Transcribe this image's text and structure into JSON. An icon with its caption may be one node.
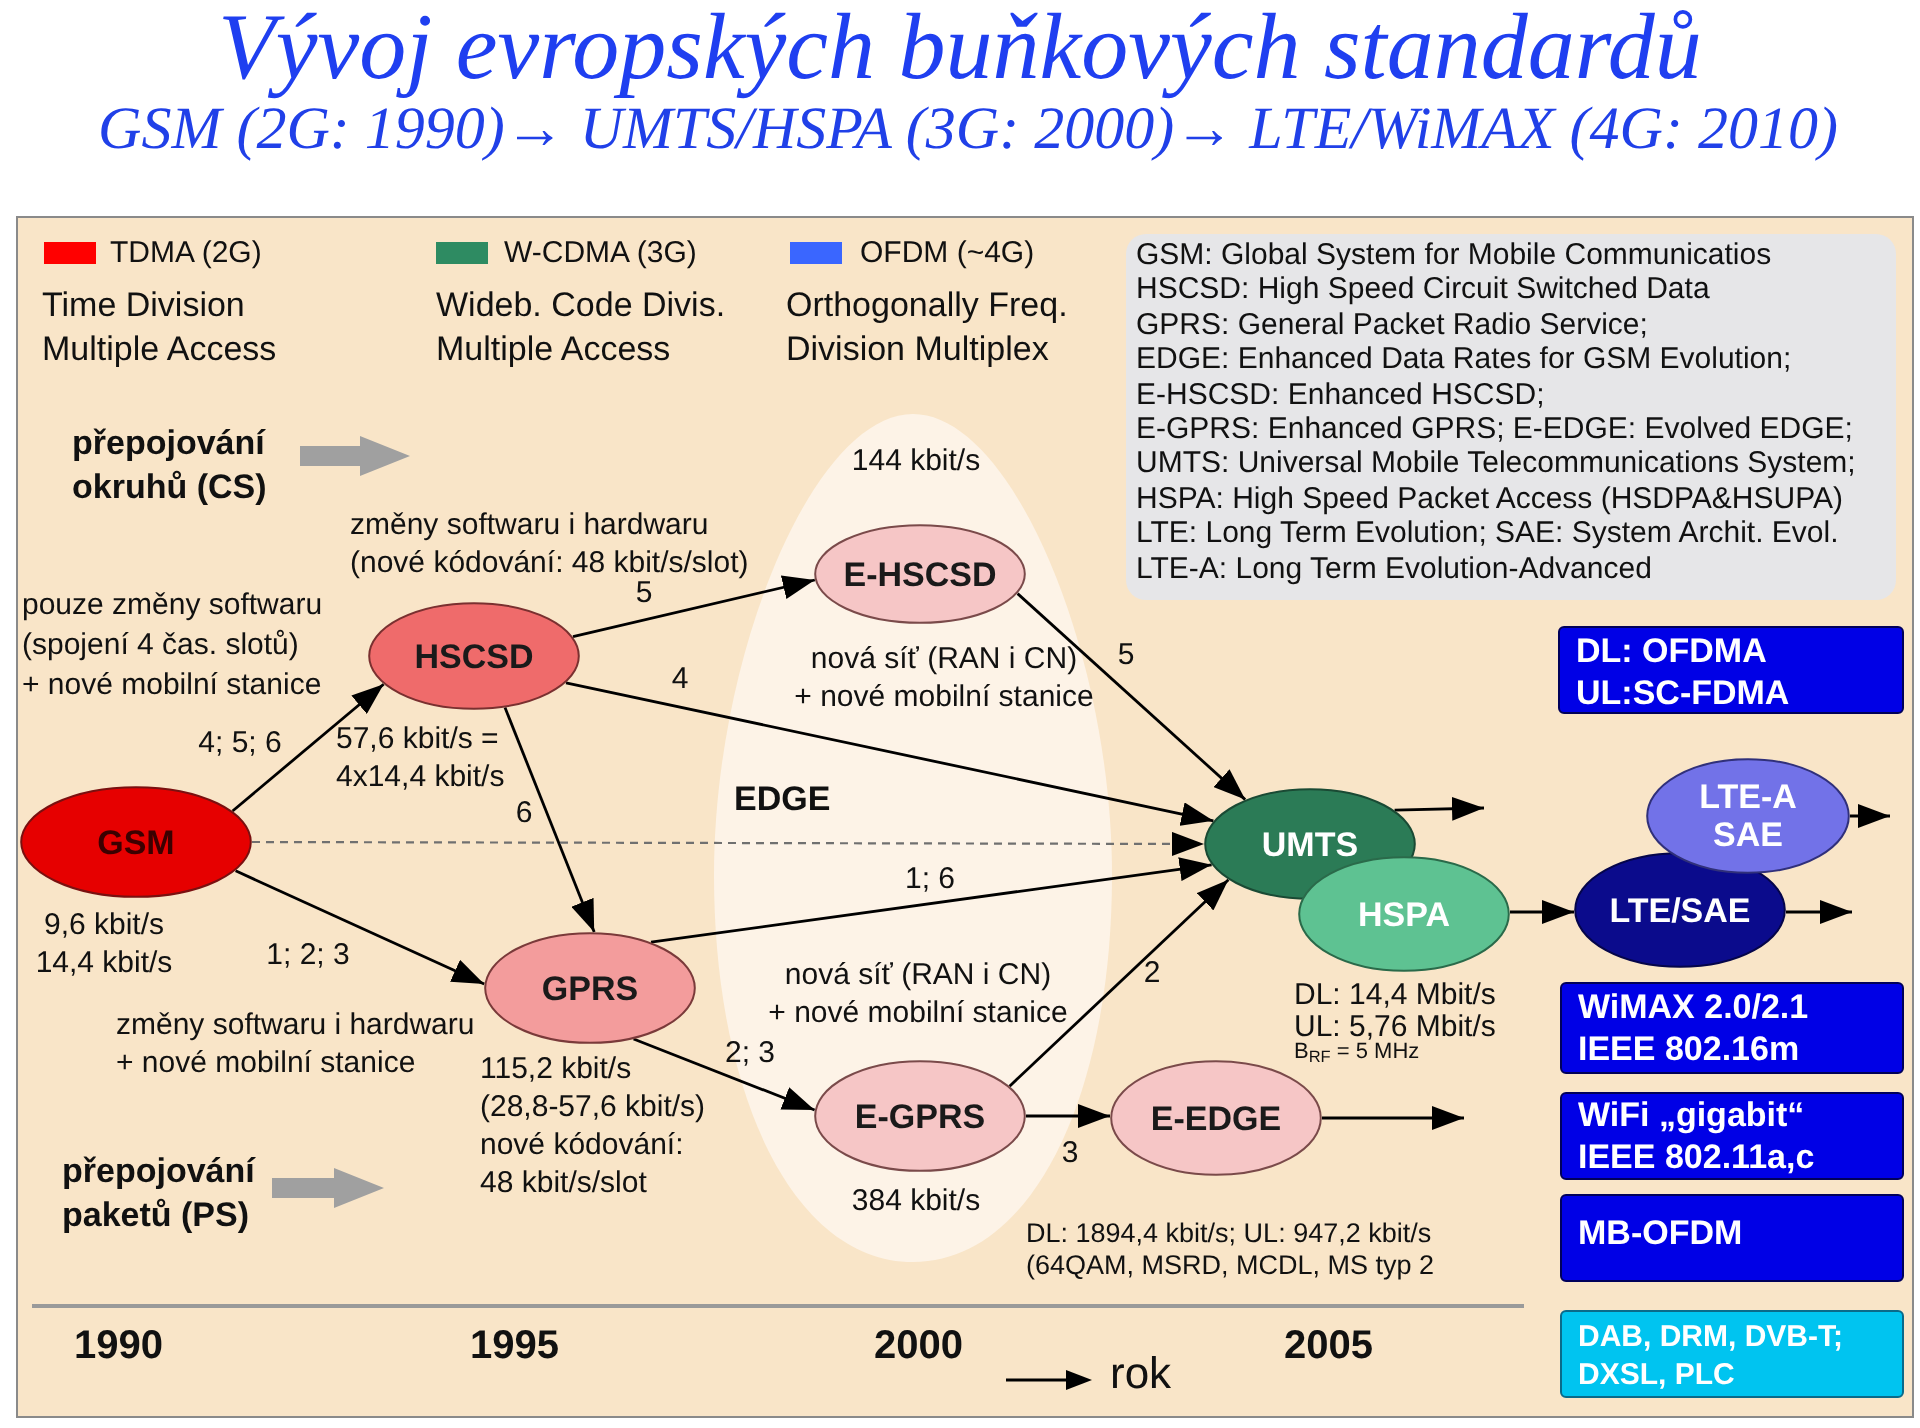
{
  "diagram": {
    "title": "Vývoj evropských buňkových standardů",
    "nodes": [
      {
        "text": [
          "GSM"
        ],
        "beside": [
          "9,6 kbit/s 14,4 kbit/s"
        ]
      },
      {
        "text": [
          "HSCSD"
        ],
        "beside": [
          "57,6 kbit/s = 4x14,4 kbit/s"
        ]
      },
      {
        "text": [
          "EDGE"
        ]
      },
      {
        "text": [
          "E-HSCSD"
        ],
        "in": 2,
        "beside": [
          "144 kbit/s"
        ]
      },
      {
        "text": [
          "E-GPRS"
        ],
        "in": 2,
        "beside": [
          "384 kbit/s"
        ]
      },
      {
        "text": [
          "GPRS"
        ],
        "beside": [
          "115,2 kbit/s (28,8-57,6 kbit/s) nové kódování: 48 kbit/s/slot"
        ]
      },
      {
        "text": [
          "E-EDGE"
        ],
        "beside": [
          "DL: 1894,4 kbit/s; UL: 947,2 kbit/s (64QAM, MSRD, MCDL, MS typ 2"
        ]
      },
      {
        "text": [
          "UMTS"
        ]
      },
      {
        "text": [
          "HSPA"
        ],
        "beside": [
          "DL: 14,4 Mbit/s UL: 5,76 Mbit/s",
          "B$_{RF}$ = 5 MHz"
        ]
      },
      {
        "text": [
          "GSM: Global System for Mobile Communicatios",
          "HSCSD: High Speed Circuit Switched Data",
          "GPRS: General Packet Radio Service;",
          "EDGE: Enhanced Data Rates for GSM Evolution;",
          "E-HSCSD: Enhanced HSCSD;",
          "E-GPRS: Enhanced GPRS; E-EDGE: Evolved EDGE;",
          "UMTS: Universal Mobile Telecommunications System;",
          "HSPA: High Speed Packet Access (HSDPA&HSUPA)",
          "LTE: Long Term Evolution; SAE: System Archit. Evol.",
          "LTE-A: Long Term Evolution-Advanced"
        ]
      },
      {
        "text": [
          "DL: OFDMA",
          "UL:SC-FDMA"
        ]
      },
      {
        "text": [
          "LTE-A SAE"
        ]
      },
      {
        "text": [
          "LTE/SAE"
        ]
      },
      {
        "text": [
          "WiMAX 2.0/2.1",
          "IEEE 802.16m"
        ]
      },
      {
        "text": [
          "WiFi „gigabit“",
          "IEEE 802.11a,c"
        ]
      },
      {
        "text": [
          "MB-OFDM"
        ]
      },
      {
        "text": [
          "DAB, DRM, DVB-T; DXSL, PLC"
        ]
      }
    ],
    "edges": [
      {
        "from": 0,
        "to": 1,
        "arrow": "to",
        "label": "4; 5; 6"
      },
      {
        "from": 0,
        "to": 5,
        "arrow": "to",
        "label": "1; 2; 3"
      },
      {
        "from": 1,
        "to": 3,
        "arrow": "to",
        "label": "5"
      },
      {
        "from": 1,
        "to": 7,
        "arrow": "to",
        "label": "4"
      },
      {
        "from": 1,
        "to": 5,
        "arrow": "to",
        "label": "6"
      },
      {
        "from": 3,
        "to": 7,
        "arrow": "to",
        "label": "5"
      },
      {
        "from": 0,
        "to": 7,
        "arrow": "to",
        "style": "dashed",
        "color": "#707070"
      },
      {
        "from": 5,
        "to": 7,
        "arrow": "to",
        "label": "1; 6"
      },
      {
        "from": 5,
        "to": 4,
        "arrow": "to",
        "label": "2; 3"
      },
      {
        "from": 4,
        "to": 7,
        "arrow": "to",
        "label": "2"
      },
      {
        "from": 4,
        "to": 6,
        "arrow": "to",
        "label": "3"
      },
      {
        "from": 6,
        "to": null,
        "arrow": "to"
      },
      {
        "from": 7,
        "to": null,
        "arrow": "to"
      },
      {
        "from": 8,
        "to": 12,
        "arrow": "to"
      },
      {
        "from": 12,
        "to": null,
        "arrow": "to"
      },
      {
        "from": 11,
        "to": null,
        "arrow": "to"
      }
    ],
    "labels": [
      "GSM (2G: 1990)→ UMTS/HSPA (3G: 2000)→ LTE/WiMAX (4G: 2010)",
      "Time Division Multiple Access",
      "Wideb. Code Divis. Multiple Access",
      "Orthogonally Freq. Division Multiplex",
      "přepojování okruhů (CS)",
      "změny softwaru i hardwaru (nové kódování: 48 kbit/s/slot)",
      "pouze změny softwaru (spojení 4 čas. slotů) + nové mobilní stanice",
      "nová síť (RAN i CN) + nové mobilní stanice",
      "nová síť (RAN i CN) + nové mobilní stanice",
      "změny softwaru i hardwaru + nové mobilní stanice",
      "přepojování paketů (PS)",
      "1990",
      "1995",
      "2000",
      "2005",
      "rok"
    ],
    "legend": [
      {
        "text": "TDMA (2G)",
        "color": "#ff0000"
      },
      {
        "text": "W-CDMA (3G)",
        "color": "#2e8b62"
      },
      {
        "text": "OFDM (~4G)",
        "color": "#3a66ff"
      }
    ]
  }
}
